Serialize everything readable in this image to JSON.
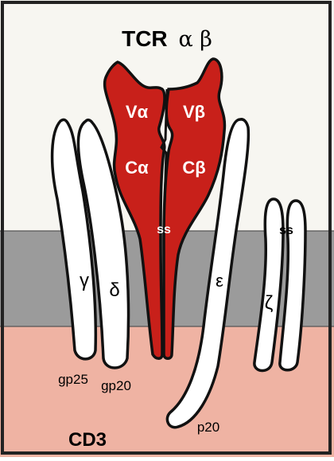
{
  "title": {
    "bold": "TCR",
    "greek": "α β"
  },
  "tcr_chains": {
    "v_alpha": "Vα",
    "v_beta": "Vβ",
    "c_alpha": "Cα",
    "c_beta": "Cβ",
    "disulfide": "ss"
  },
  "cd3_chains": {
    "gamma": "γ",
    "delta": "δ",
    "epsilon": "ε",
    "zeta": "ζ",
    "zeta_disulfide": "ss"
  },
  "glycoproteins": {
    "gp25": "gp25",
    "gp20": "gp20",
    "p20": "p20"
  },
  "complex_label": "CD3",
  "colors": {
    "tcr_red": "#c8201a",
    "membrane_gray": "#9b9b9b",
    "cytoplasm_pink": "#efb3a3",
    "extracellular": "#f7f6f1",
    "outline": "#111111"
  }
}
